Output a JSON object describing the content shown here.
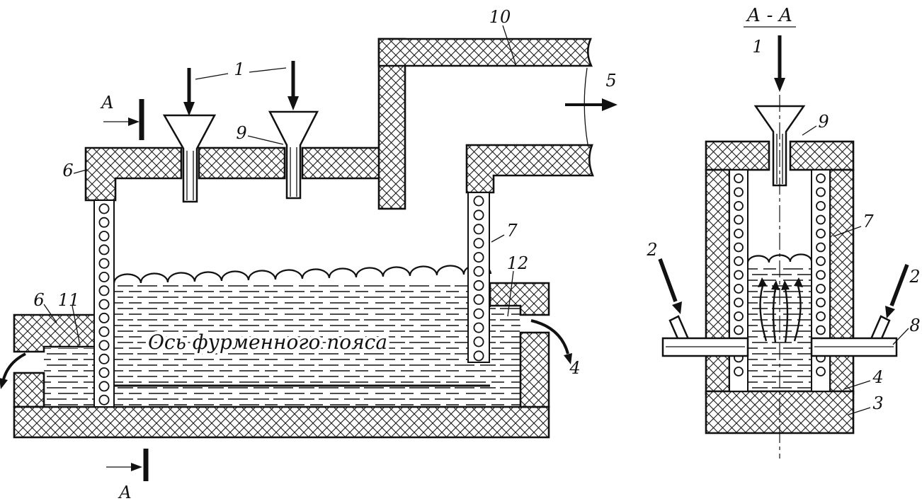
{
  "main_view": {
    "bath_axis_text": "Ось фурменного пояса",
    "section_marks": {
      "top": "А",
      "bottom": "А"
    },
    "callouts": {
      "charge": "1",
      "feed_funnel": "9",
      "gas_uptake": "10",
      "gas_exit": "5",
      "roof_lining": "6",
      "siphon_lining": "6",
      "siphon_chamber": "11",
      "cooled_wall": "7",
      "overflow_chamber": "12",
      "tap_stream": "4"
    }
  },
  "section_view": {
    "title": "А - А",
    "callouts": {
      "charge": "1",
      "feed_funnel": "9",
      "cooled_wall": "7",
      "blast_left": "2",
      "blast_right": "2",
      "tuyere": "8",
      "melt_bath": "4",
      "hearth_lining": "3"
    }
  }
}
